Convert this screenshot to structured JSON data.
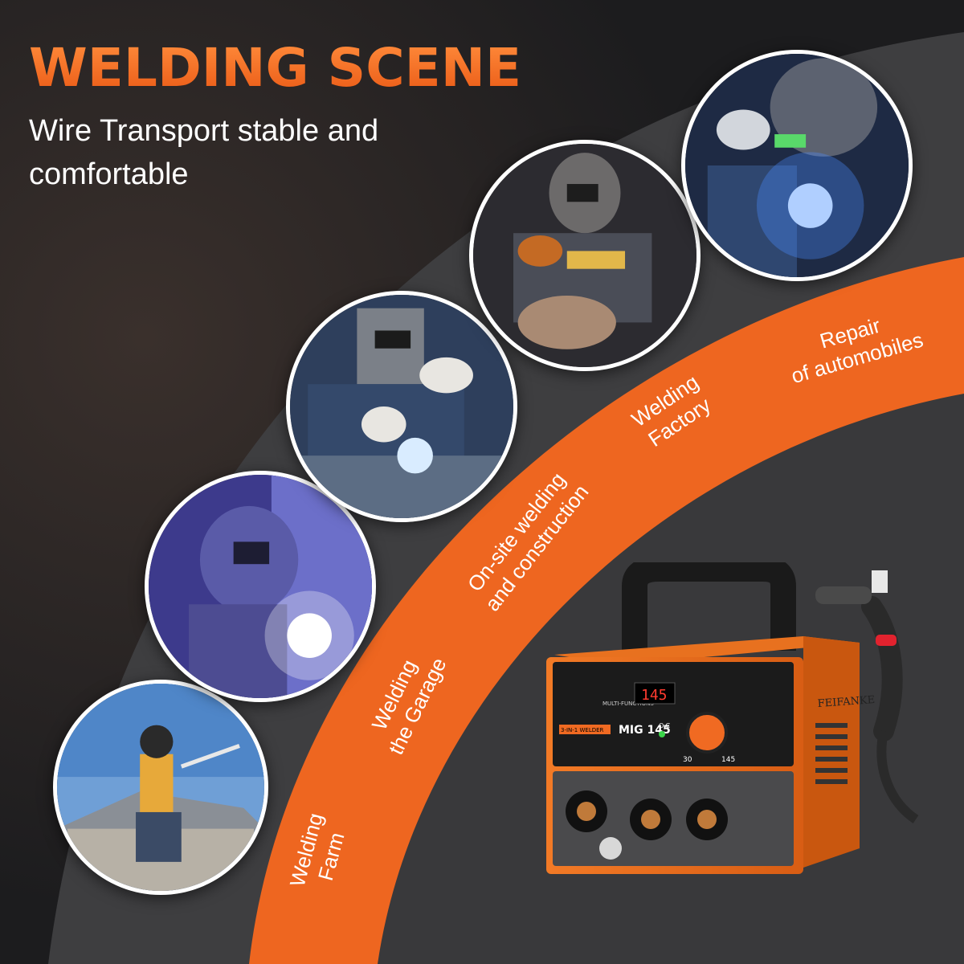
{
  "header": {
    "title": "WELDING SCENE",
    "subtitle": "Wire Transport stable and comfortable"
  },
  "scenes": [
    {
      "icon": "farm-welder-photo-icon",
      "label_lines": [
        "Welding",
        "Farm"
      ]
    },
    {
      "icon": "garage-welder-photo-icon",
      "label_lines": [
        "Welding",
        "the Garage"
      ]
    },
    {
      "icon": "construction-welder-photo-icon",
      "label_lines": [
        "On-site welding",
        "and construction"
      ]
    },
    {
      "icon": "factory-welder-photo-icon",
      "label_lines": [
        "Welding",
        "Factory"
      ]
    },
    {
      "icon": "automobile-repair-welder-photo-icon",
      "label_lines": [
        "Repair",
        "of automobiles"
      ]
    }
  ],
  "product": {
    "brand": "FEIFANKE",
    "model": "MIG 145",
    "badge": "3-IN-1 WELDER",
    "display_value": "145",
    "panel_caption": "MULTI-FUNCTIONS",
    "range_min": "30",
    "range_max": "145",
    "status_label": "O.C"
  },
  "colors": {
    "accent_orange": "#f06a22",
    "arc_gray": "#3e3e40",
    "background": "#1f1f21",
    "text": "#ffffff"
  }
}
